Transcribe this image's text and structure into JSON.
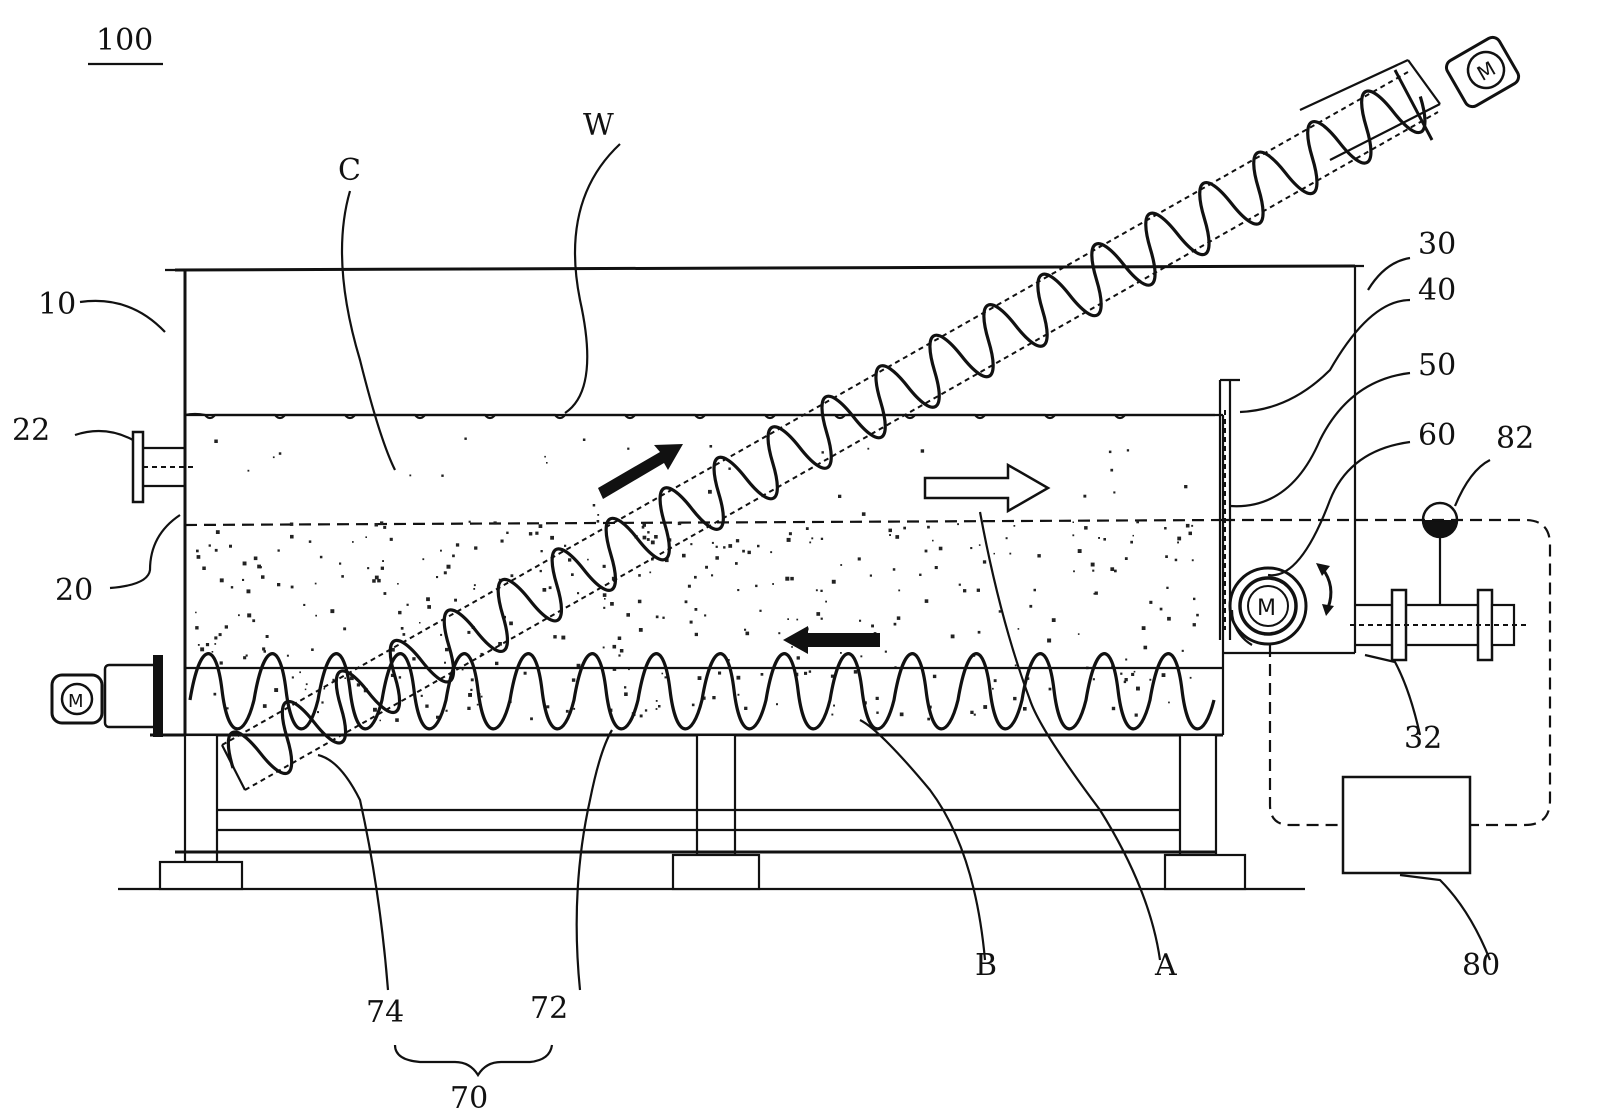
{
  "figure_number": "100",
  "letters": {
    "W": "W",
    "C": "C",
    "A": "A",
    "B": "B"
  },
  "refs": {
    "r10": "10",
    "r20": "20",
    "r22": "22",
    "r30": "30",
    "r32": "32",
    "r40": "40",
    "r50": "50",
    "r60": "60",
    "r70": "70",
    "r72": "72",
    "r74": "74",
    "r80": "80",
    "r82": "82"
  },
  "motor_symbol": "M"
}
